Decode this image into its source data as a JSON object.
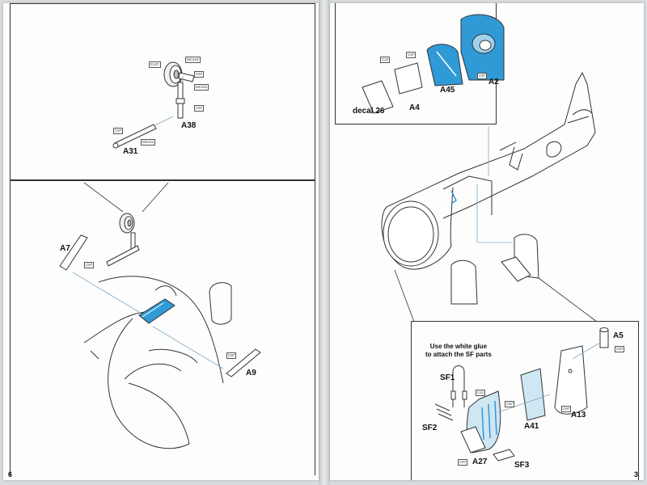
{
  "left_page": {
    "page_number": "6",
    "top_box": {
      "labels": {
        "a38": "A38",
        "a31": "A31"
      },
      "tags": {
        "e137": "E137",
        "mc218": "MC218",
        "c97a": "C97",
        "mc211a": "MC211",
        "c97b": "C97",
        "c97c": "C97",
        "mc211b": "MC211"
      }
    },
    "bottom_box": {
      "labels": {
        "a7": "A7",
        "a9": "A9"
      },
      "tags": {
        "c97a": "C97",
        "c97b": "C97"
      }
    }
  },
  "right_page": {
    "page_number": "3",
    "top_box": {
      "labels": {
        "decal": "decal 26",
        "a4": "A4",
        "a45": "A45",
        "a2": "A2"
      },
      "tags": {
        "c22": "C22",
        "c97a": "C97",
        "c97b": "C97"
      }
    },
    "middle": {},
    "bottom_box": {
      "note": "Use the white glue\nto attach the SF parts",
      "labels": {
        "a5": "A5",
        "sf1": "SF1",
        "sf2": "SF2",
        "a41": "A41",
        "a13": "A13",
        "a27": "A27",
        "sf3": "SF3"
      },
      "tags": {
        "c97a": "C97",
        "c41": "C41",
        "c97b": "C97",
        "c97c": "C97",
        "c97d": "C97"
      }
    }
  },
  "colors": {
    "blue_part": "#2f9ad6",
    "line": "#333333",
    "leader": "#7aa8c8"
  }
}
